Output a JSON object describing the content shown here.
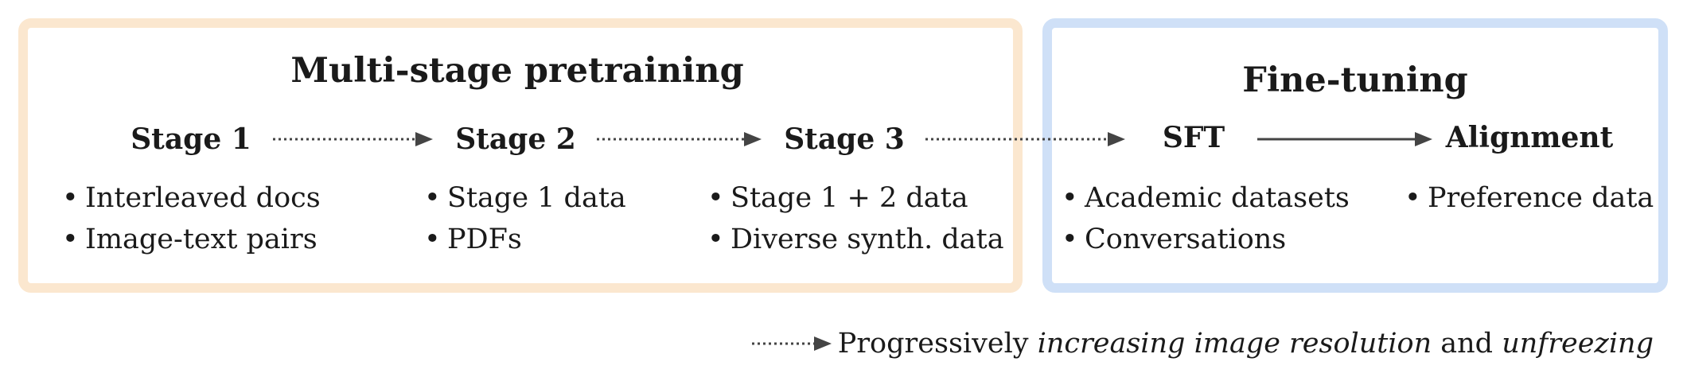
{
  "colors": {
    "pretrain_border": "#fbe7cf",
    "finetune_border": "#cfe0f7",
    "arrow": "#444444"
  },
  "pretrain": {
    "title": "Multi-stage pretraining",
    "stages": [
      {
        "label": "Stage 1",
        "bullets": [
          "Interleaved docs",
          "Image-text pairs"
        ]
      },
      {
        "label": "Stage 2",
        "bullets": [
          "Stage 1 data",
          "PDFs"
        ]
      },
      {
        "label": "Stage 3",
        "bullets": [
          "Stage 1 + 2 data",
          "Diverse synth. data"
        ]
      }
    ]
  },
  "finetune": {
    "title": "Fine-tuning",
    "stages": [
      {
        "label": "SFT",
        "bullets": [
          "Academic datasets",
          "Conversations"
        ]
      },
      {
        "label": "Alignment",
        "bullets": [
          "Preference data"
        ]
      }
    ]
  },
  "legend": {
    "part1": "Progressively ",
    "part2": "increasing image resolution",
    "part3": " and ",
    "part4": "unfreezing"
  }
}
